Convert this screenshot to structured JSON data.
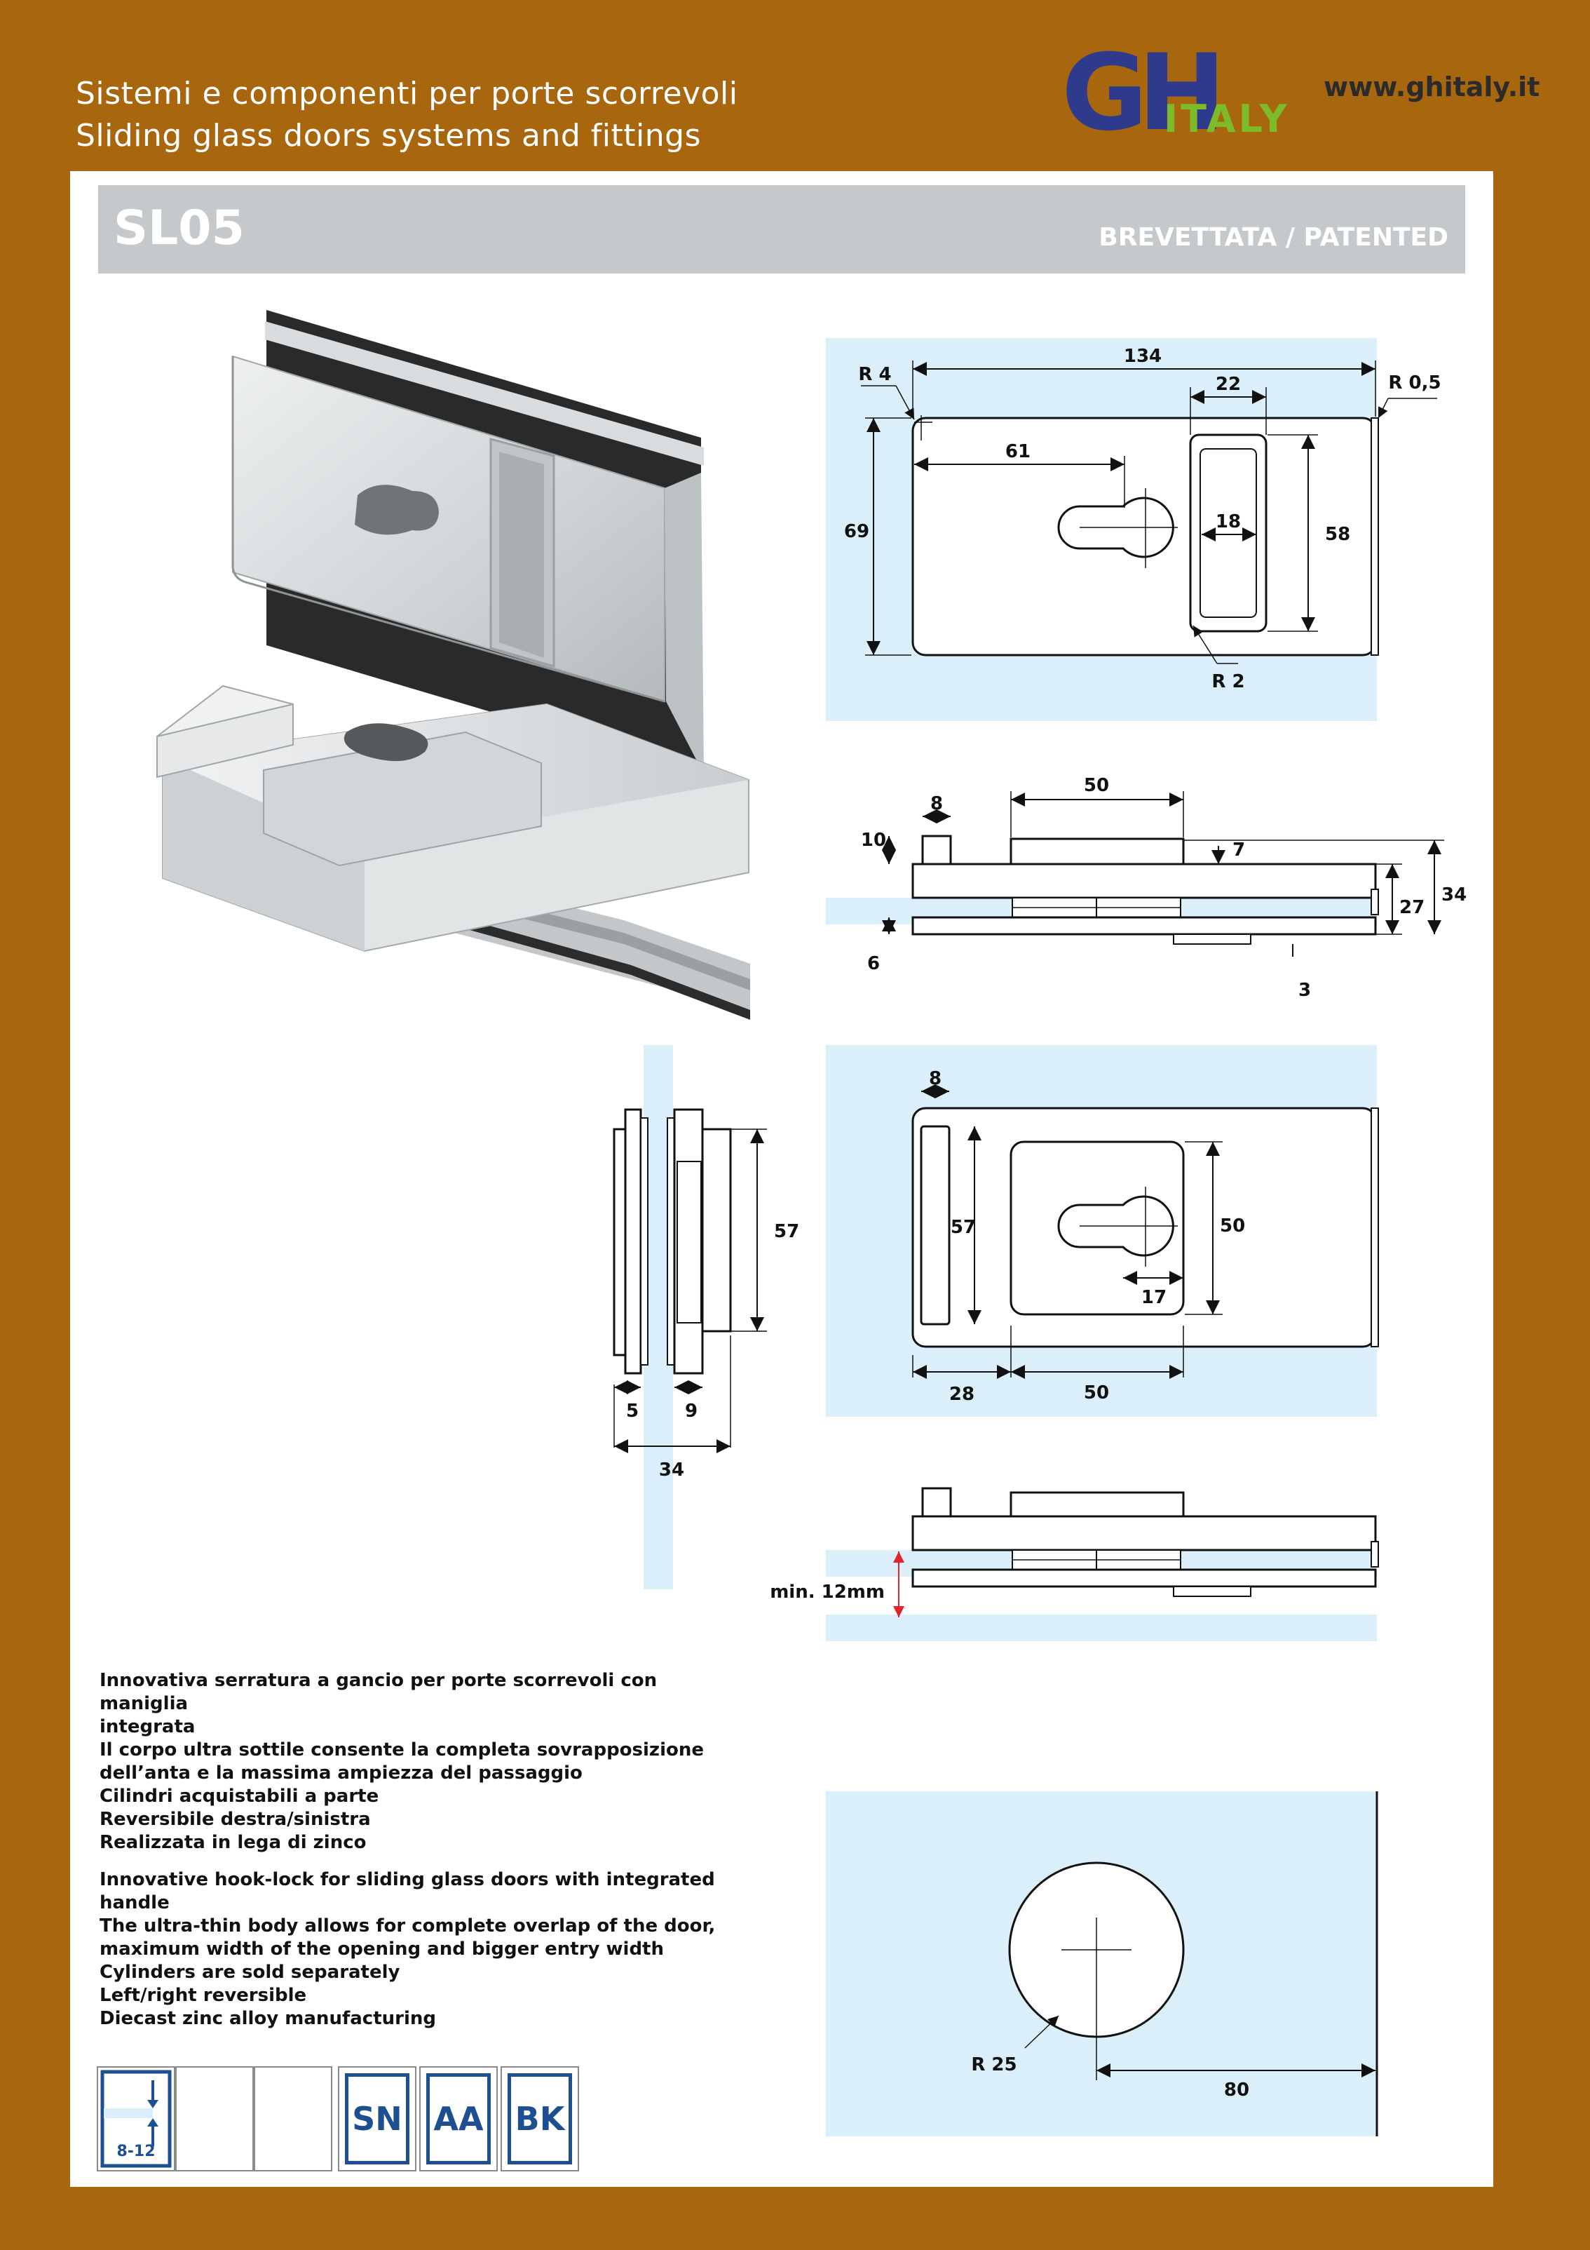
{
  "header": {
    "line_it": "Sistemi e componenti per porte scorrevoli",
    "line_en": "Sliding glass doors systems and fittings",
    "logo_main": "GH",
    "logo_sub": "ITALY",
    "website": "www.ghitaly.it"
  },
  "product": {
    "code": "SL05",
    "patent": "BREVETTATA / PATENTED"
  },
  "dimensions": {
    "front_top": {
      "width": "134",
      "handle_width": "22",
      "corner_radius": "R 4",
      "edge_radius": "R 0,5",
      "keyhole_offset": "61",
      "height": "69",
      "handle_inner": "18",
      "handle_height": "58",
      "handle_radius": "R 2"
    },
    "side_top": {
      "post": "8",
      "plate": "50",
      "post_height": "10",
      "plate_thick": "7",
      "bottom_thick": "6",
      "inner_height": "27",
      "total_height": "34",
      "step": "3"
    },
    "end_view": {
      "height": "57",
      "left": "5",
      "right": "9",
      "total": "34"
    },
    "front_bottom": {
      "post": "8",
      "post_height": "57",
      "plate_height": "50",
      "keyhole_offset": "17",
      "left": "28",
      "plate_width": "50"
    },
    "glass_gap": {
      "label": "min. 12mm"
    },
    "cutout": {
      "radius": "R 25",
      "distance": "80"
    }
  },
  "description_it": [
    "Innovativa serratura a gancio per porte scorrevoli con maniglia",
    "integrata",
    "Il corpo ultra sottile consente la completa sovrapposizione",
    "dell’anta e la massima ampiezza del passaggio",
    "Cilindri acquistabili a parte",
    "Reversibile destra/sinistra",
    "Realizzata in lega di zinco"
  ],
  "description_en": [
    "Innovative hook-lock for sliding glass doors with integrated handle",
    "The ultra-thin body allows for complete overlap of the door,",
    "maximum width of the opening and bigger entry width",
    "Cylinders are sold separately",
    "Left/right reversible",
    "Diecast zinc alloy manufacturing"
  ],
  "badges": {
    "glass_thickness": "8-12",
    "finishes": [
      "SN",
      "AA",
      "BK"
    ]
  },
  "colors": {
    "background": "#a8660f",
    "logo_blue": "#2e3a8c",
    "logo_green": "#7dbb2a",
    "badge_blue": "#1d4f91",
    "glass": "#dbeffa",
    "title_bar": "#c5c9cb"
  }
}
